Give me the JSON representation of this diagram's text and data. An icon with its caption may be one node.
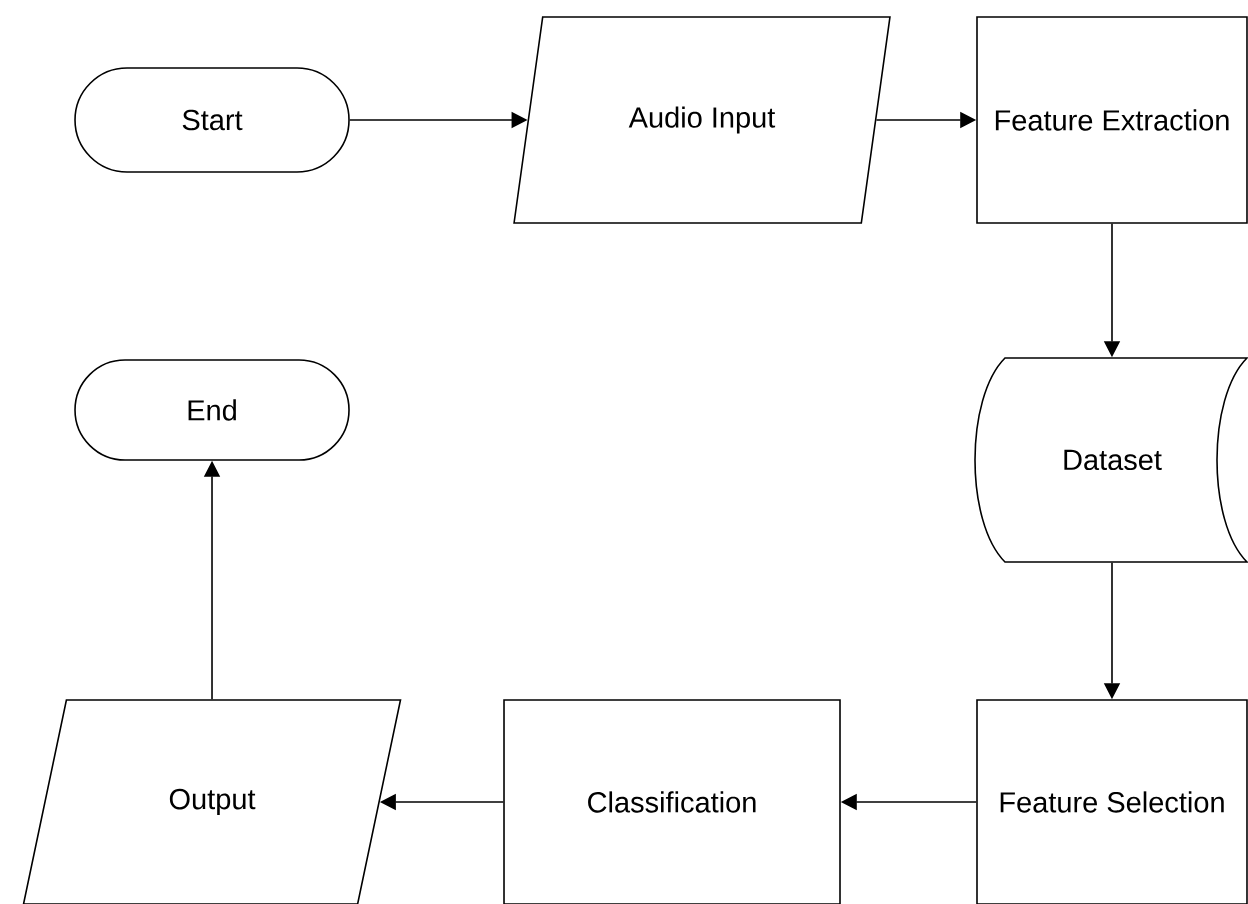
{
  "diagram": {
    "nodes": [
      {
        "text": [
          "Start"
        ]
      },
      {
        "text": [
          "Audio Input"
        ]
      },
      {
        "text": [
          "Feature Extraction"
        ]
      },
      {
        "text": [
          "Dataset"
        ]
      },
      {
        "text": [
          "Feature Selection"
        ]
      },
      {
        "text": [
          "Classification"
        ]
      },
      {
        "text": [
          "Output"
        ]
      },
      {
        "text": [
          "End"
        ]
      }
    ],
    "edges": [
      {
        "from": 0,
        "to": 1,
        "arrow": "to"
      },
      {
        "from": 1,
        "to": 2,
        "arrow": "to"
      },
      {
        "from": 2,
        "to": 3,
        "arrow": "to"
      },
      {
        "from": 3,
        "to": 4,
        "arrow": "to"
      },
      {
        "from": 4,
        "to": 5,
        "arrow": "to"
      },
      {
        "from": 5,
        "to": 6,
        "arrow": "to"
      },
      {
        "from": 6,
        "to": 7,
        "arrow": "to"
      }
    ]
  }
}
